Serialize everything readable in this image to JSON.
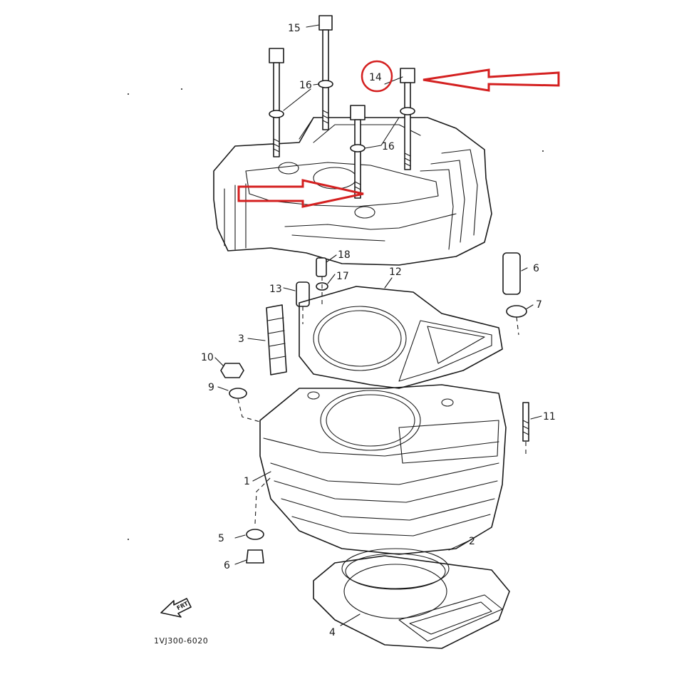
{
  "diagram": {
    "code": "1VJ300-6020",
    "front_marker": "FRT",
    "highlight_color": "#d42020",
    "ink_color": "#1a1a1a",
    "callouts": {
      "c1": "1",
      "c2": "2",
      "c3": "3",
      "c4": "4",
      "c5": "5",
      "c6a": "6",
      "c6b": "6",
      "c7": "7",
      "c9": "9",
      "c10": "10",
      "c11": "11",
      "c12": "12",
      "c13": "13",
      "c14": "14",
      "c15": "15",
      "c16a": "16",
      "c16b": "16",
      "c17": "17",
      "c18": "18"
    }
  }
}
